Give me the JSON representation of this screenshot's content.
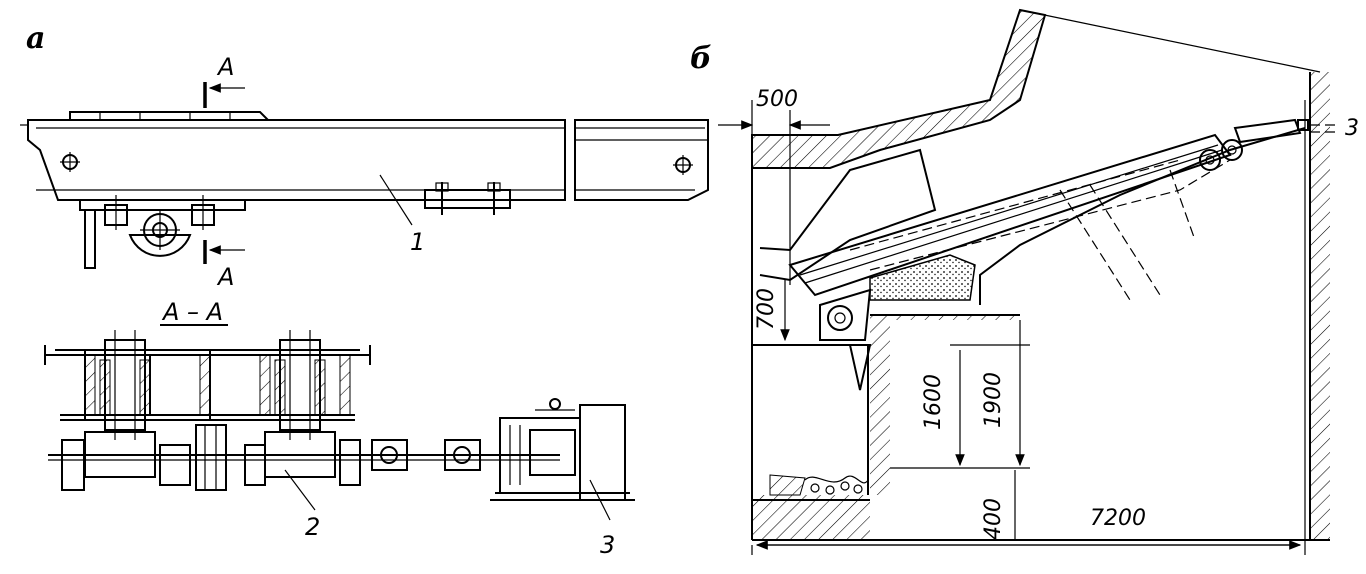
{
  "panels": {
    "a": "а",
    "b": "б"
  },
  "section": {
    "marker_top": "A",
    "marker_bottom": "A",
    "title": "A – A"
  },
  "callouts": {
    "frame": "1",
    "shaft_unit": "2",
    "motor": "3"
  },
  "dimensions": {
    "d500": "500",
    "d700": "700",
    "d1600": "1600",
    "d1900": "1900",
    "d400": "400",
    "d7200": "7200",
    "d3": "3"
  }
}
